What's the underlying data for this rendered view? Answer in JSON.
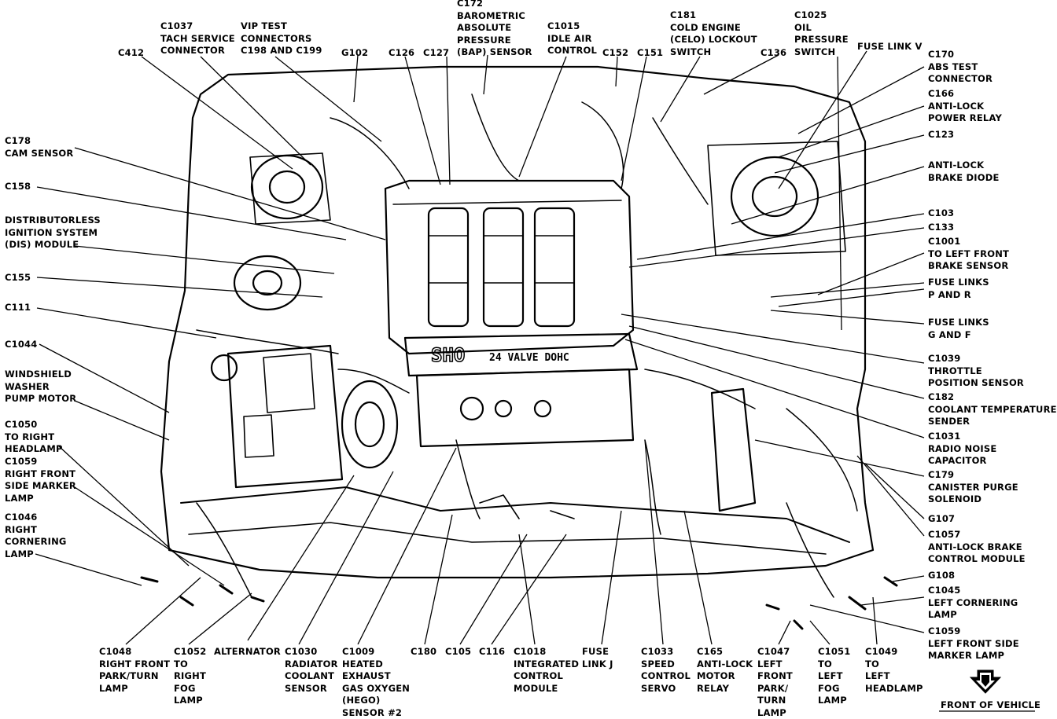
{
  "engine_badge": {
    "model": "SHO",
    "subtitle": "24 VALVE DOHC"
  },
  "labels": [
    {
      "id": "c412",
      "text": "C412"
    },
    {
      "id": "c1037",
      "text": "C1037\nTACH SERVICE\nCONNECTOR"
    },
    {
      "id": "vip",
      "text": "VIP TEST\nCONNECTORS\nC198 AND C199"
    },
    {
      "id": "g102",
      "text": "G102"
    },
    {
      "id": "c126",
      "text": "C126"
    },
    {
      "id": "c127",
      "text": "C127"
    },
    {
      "id": "c172",
      "text": "C172\nBAROMETRIC\nABSOLUTE\nPRESSURE\n(BAP) SENSOR"
    },
    {
      "id": "c1015",
      "text": "C1015\nIDLE AIR\nCONTROL"
    },
    {
      "id": "c152",
      "text": "C152"
    },
    {
      "id": "c151",
      "text": "C151"
    },
    {
      "id": "c181",
      "text": "C181\nCOLD ENGINE\n(CELO) LOCKOUT\nSWITCH"
    },
    {
      "id": "c136",
      "text": "C136"
    },
    {
      "id": "c1025",
      "text": "C1025\nOIL\nPRESSURE\nSWITCH"
    },
    {
      "id": "fuse_v",
      "text": "FUSE LINK V"
    },
    {
      "id": "c170",
      "text": "C170\nABS TEST\nCONNECTOR"
    },
    {
      "id": "c166",
      "text": "C166\nANTI-LOCK\nPOWER RELAY"
    },
    {
      "id": "c123",
      "text": "C123"
    },
    {
      "id": "abs_diode",
      "text": "ANTI-LOCK\nBRAKE DIODE"
    },
    {
      "id": "c103",
      "text": "C103"
    },
    {
      "id": "c133",
      "text": "C133"
    },
    {
      "id": "c1001",
      "text": "C1001\nTO LEFT FRONT\nBRAKE SENSOR"
    },
    {
      "id": "fuse_pr",
      "text": "FUSE LINKS\nP AND R"
    },
    {
      "id": "fuse_gf",
      "text": "FUSE LINKS\nG AND F"
    },
    {
      "id": "c1039",
      "text": "C1039\nTHROTTLE\nPOSITION SENSOR"
    },
    {
      "id": "c182",
      "text": "C182\nCOOLANT TEMPERATURE\nSENDER"
    },
    {
      "id": "c1031",
      "text": "C1031\nRADIO NOISE\nCAPACITOR"
    },
    {
      "id": "c179",
      "text": "C179\nCANISTER PURGE\nSOLENOID"
    },
    {
      "id": "g107",
      "text": "G107"
    },
    {
      "id": "c1057",
      "text": "C1057\nANTI-LOCK BRAKE\nCONTROL MODULE"
    },
    {
      "id": "g108",
      "text": "G108"
    },
    {
      "id": "c1045",
      "text": "C1045\nLEFT CORNERING\nLAMP"
    },
    {
      "id": "c1059l",
      "text": "C1059\nLEFT FRONT SIDE\nMARKER LAMP"
    },
    {
      "id": "front",
      "text": "FRONT OF VEHICLE"
    },
    {
      "id": "c178",
      "text": "C178\nCAM SENSOR"
    },
    {
      "id": "c158",
      "text": "C158"
    },
    {
      "id": "dis",
      "text": "DISTRIBUTORLESS\nIGNITION SYSTEM\n(DIS) MODULE"
    },
    {
      "id": "c155",
      "text": "C155"
    },
    {
      "id": "c111",
      "text": "C111"
    },
    {
      "id": "c1044",
      "text": "C1044"
    },
    {
      "id": "washer",
      "text": "WINDSHIELD\nWASHER\nPUMP MOTOR"
    },
    {
      "id": "c1050",
      "text": "C1050\nTO RIGHT\nHEADLAMP"
    },
    {
      "id": "c1059r",
      "text": "C1059\nRIGHT FRONT\nSIDE MARKER\nLAMP"
    },
    {
      "id": "c1046",
      "text": "C1046\nRIGHT\nCORNERING\nLAMP"
    },
    {
      "id": "c1048",
      "text": "C1048\nRIGHT FRONT\nPARK/TURN\nLAMP"
    },
    {
      "id": "c1052",
      "text": "C1052\nTO\nRIGHT\nFOG\nLAMP"
    },
    {
      "id": "alternator",
      "text": "ALTERNATOR"
    },
    {
      "id": "c1030",
      "text": "C1030\nRADIATOR\nCOOLANT\nSENSOR"
    },
    {
      "id": "c1009",
      "text": "C1009\nHEATED\nEXHAUST\nGAS OXYGEN\n(HEGO)\nSENSOR #2"
    },
    {
      "id": "c180",
      "text": "C180"
    },
    {
      "id": "c105",
      "text": "C105"
    },
    {
      "id": "c116",
      "text": "C116"
    },
    {
      "id": "c1018",
      "text": "C1018\nINTEGRATED\nCONTROL\nMODULE"
    },
    {
      "id": "fuse_j",
      "text": "FUSE\nLINK J"
    },
    {
      "id": "c1033",
      "text": "C1033\nSPEED\nCONTROL\nSERVO"
    },
    {
      "id": "c165",
      "text": "C165\nANTI-LOCK\nMOTOR\nRELAY"
    },
    {
      "id": "c1047",
      "text": "C1047\nLEFT\nFRONT\nPARK/\nTURN\nLAMP"
    },
    {
      "id": "c1051",
      "text": "C1051\nTO\nLEFT\nFOG\nLAMP"
    },
    {
      "id": "c1049",
      "text": "C1049\nTO\nLEFT\nHEADLAMP"
    }
  ]
}
